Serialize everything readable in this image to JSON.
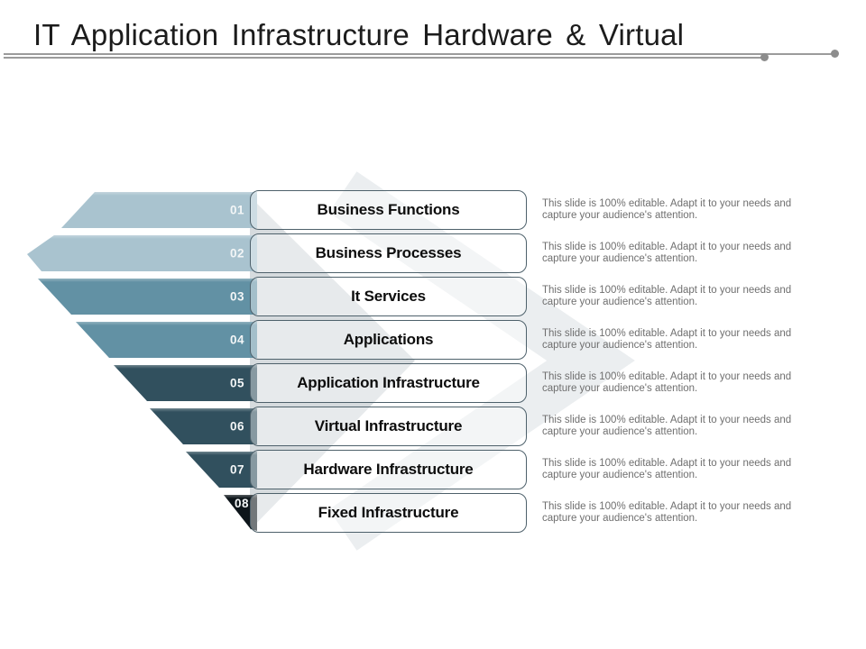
{
  "slide": {
    "title": "IT Application Infrastructure Hardware & Virtual"
  },
  "colors": {
    "band_light": "#a9c3cf",
    "band_medium": "#6291a4",
    "band_dark": "#31505e",
    "band_black": "#0d151a",
    "separator_gray": "#9b9b9b",
    "box_border": "#4e616b",
    "description_gray": "#6f6f6f",
    "background_chevron": "#ebeef0",
    "background_triangle": "#d6dbde"
  },
  "diagram": {
    "rows": [
      {
        "num": "01",
        "label": "Business Functions",
        "desc_line1": "This slide is 100% editable. Adapt it to your needs and",
        "desc_line2": "capture your audience's attention."
      },
      {
        "num": "02",
        "label": "Business Processes",
        "desc_line1": "This slide is 100% editable. Adapt it to your needs and",
        "desc_line2": "capture your audience's attention."
      },
      {
        "num": "03",
        "label": "It Services",
        "desc_line1": "This slide is 100% editable. Adapt it to your needs and",
        "desc_line2": "capture your audience's attention."
      },
      {
        "num": "04",
        "label": "Applications",
        "desc_line1": "This slide is 100% editable. Adapt it to your needs and",
        "desc_line2": "capture your audience's attention."
      },
      {
        "num": "05",
        "label": "Application Infrastructure",
        "desc_line1": "This slide is 100% editable. Adapt it to your needs and",
        "desc_line2": "capture your audience's attention."
      },
      {
        "num": "06",
        "label": "Virtual Infrastructure",
        "desc_line1": "This slide is 100% editable. Adapt it to your needs and",
        "desc_line2": "capture your audience's attention."
      },
      {
        "num": "07",
        "label": "Hardware Infrastructure",
        "desc_line1": "This slide is 100% editable. Adapt it to your needs and",
        "desc_line2": "capture your audience's attention."
      },
      {
        "num": "08",
        "label": "Fixed Infrastructure",
        "desc_line1": "This slide is 100% editable. Adapt it to your needs and",
        "desc_line2": "capture your audience's attention."
      }
    ]
  }
}
